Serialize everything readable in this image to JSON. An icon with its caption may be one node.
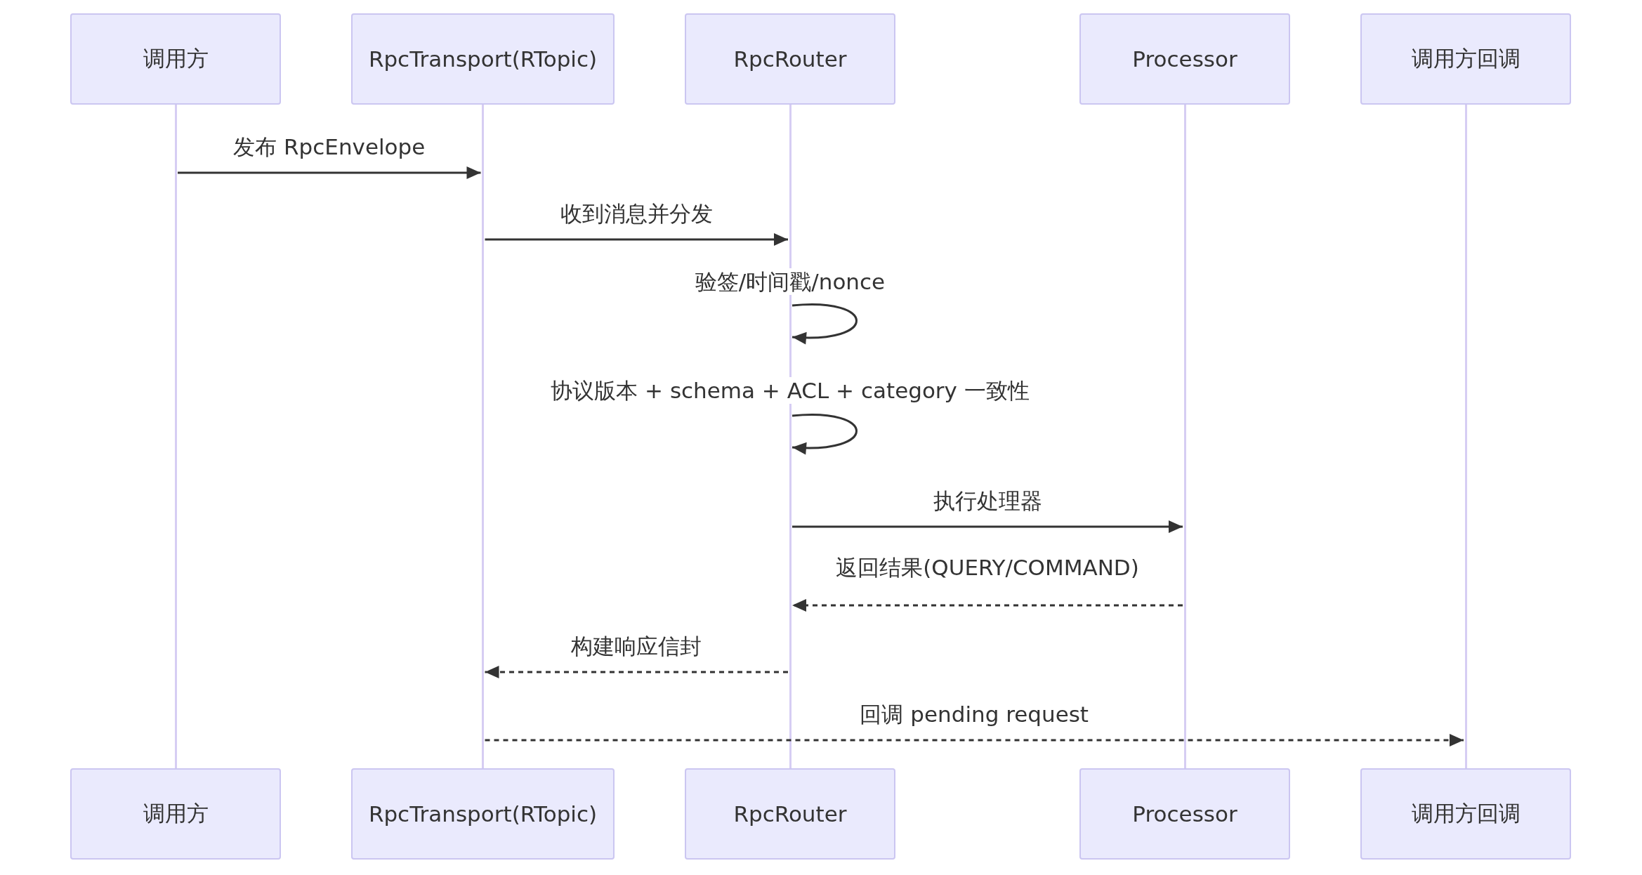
{
  "diagram": {
    "nodes": [
      {
        "text": [
          "调用方"
        ]
      },
      {
        "text": [
          "RpcTransport(RTopic)"
        ]
      },
      {
        "text": [
          "RpcRouter"
        ]
      },
      {
        "text": [
          "Processor"
        ]
      },
      {
        "text": [
          "调用方回调"
        ]
      },
      {
        "text": [],
        "shape": "bar"
      },
      {
        "text": [],
        "shape": "bar"
      },
      {
        "text": [],
        "shape": "bar"
      },
      {
        "text": [],
        "shape": "bar"
      },
      {
        "text": [],
        "shape": "bar"
      },
      {
        "text": [
          "调用方"
        ]
      },
      {
        "text": [
          "RpcTransport(RTopic)"
        ]
      },
      {
        "text": [
          "RpcRouter"
        ]
      },
      {
        "text": [
          "Processor"
        ]
      },
      {
        "text": [
          "调用方回调"
        ]
      }
    ],
    "edges": [
      {
        "from": 5,
        "to": 6,
        "arrow": "to",
        "label": "发布 RpcEnvelope"
      },
      {
        "from": 6,
        "to": 7,
        "arrow": "to",
        "label": "收到消息并分发"
      },
      {
        "from": 7,
        "to": 7,
        "arrow": "to",
        "label": "验签/时间戳/nonce"
      },
      {
        "from": 7,
        "to": 7,
        "arrow": "to",
        "label": "协议版本 + schema + ACL + category 一致性"
      },
      {
        "from": 7,
        "to": 8,
        "arrow": "to",
        "label": "执行处理器"
      },
      {
        "from": 8,
        "to": 7,
        "arrow": "to",
        "label": "返回结果(QUERY/COMMAND)",
        "style": "dashed"
      },
      {
        "from": 7,
        "to": 6,
        "arrow": "to",
        "label": "构建响应信封",
        "style": "dashed"
      },
      {
        "from": 6,
        "to": 9,
        "arrow": "to",
        "label": "回调 pending request",
        "style": "dashed"
      }
    ]
  }
}
